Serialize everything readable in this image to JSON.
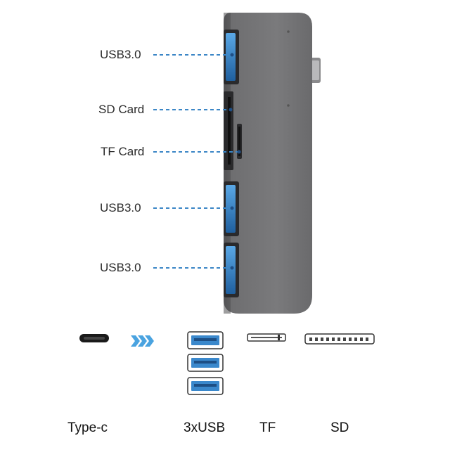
{
  "callouts": [
    {
      "label": "USB3.0"
    },
    {
      "label": "SD Card"
    },
    {
      "label": "TF Card"
    },
    {
      "label": "USB3.0"
    },
    {
      "label": "USB3.0"
    }
  ],
  "legend": {
    "type_c": "Type-c",
    "usb": "3xUSB",
    "tf": "TF",
    "sd": "SD"
  },
  "colors": {
    "hub_body": "#6e6e70",
    "port_blue": "#2f7fc4",
    "dash_line": "#3b86c6",
    "arrow": "#4aa3e0"
  },
  "icons": [
    "type-c-port-icon",
    "chevron-arrows-icon",
    "usb-port-icon",
    "tf-slot-icon",
    "sd-slot-icon"
  ]
}
